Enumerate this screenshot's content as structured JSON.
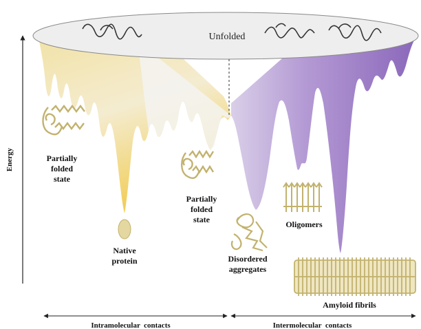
{
  "labels": {
    "unfolded": "Unfolded",
    "energy": "Energy",
    "partially_folded_left": [
      "Partially",
      "folded",
      "state"
    ],
    "partially_folded_right": [
      "Partially",
      "folded",
      "state"
    ],
    "native_protein": [
      "Native",
      "protein"
    ],
    "disordered_aggregates": [
      "Disordered",
      "aggregates"
    ],
    "oligomers": "Oligomers",
    "amyloid_fibrils": "Amyloid fibrils",
    "intramolecular": "Intramolecular  contacts",
    "intermolecular": "Intermolecular  contacts"
  },
  "colors": {
    "intramolecular_funnel_top": "#f0e6b6",
    "intramolecular_funnel_bottom": "#e8c24a",
    "intermolecular_funnel": "#8c6bb8",
    "protein_cartoon": "#c8b878",
    "disk_fill": "#eeeeee"
  }
}
